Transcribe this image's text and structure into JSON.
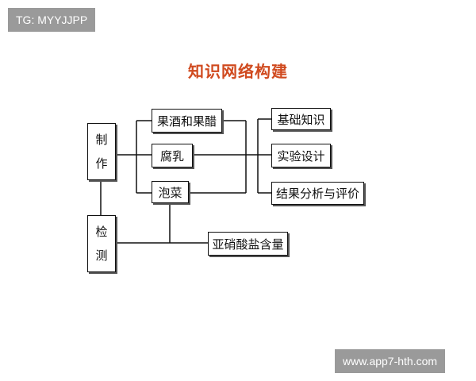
{
  "watermarks": {
    "top_left": "TG: MYYJJPP",
    "bottom_right": "www.app7-hth.com"
  },
  "title": "知识网络构建",
  "nodes": {
    "make": {
      "line1": "制",
      "line2": "作"
    },
    "test": {
      "line1": "检",
      "line2": "测"
    },
    "wine_vinegar": "果酒和果醋",
    "sufu": "腐乳",
    "pickle": "泡菜",
    "nitrite": "亚硝酸盐含量",
    "basic": "基础知识",
    "experiment": "实验设计",
    "result": "结果分析与评价"
  },
  "colors": {
    "title": "#d04a1f",
    "line": "#111111",
    "watermark_bg": "#9a9a9a"
  }
}
